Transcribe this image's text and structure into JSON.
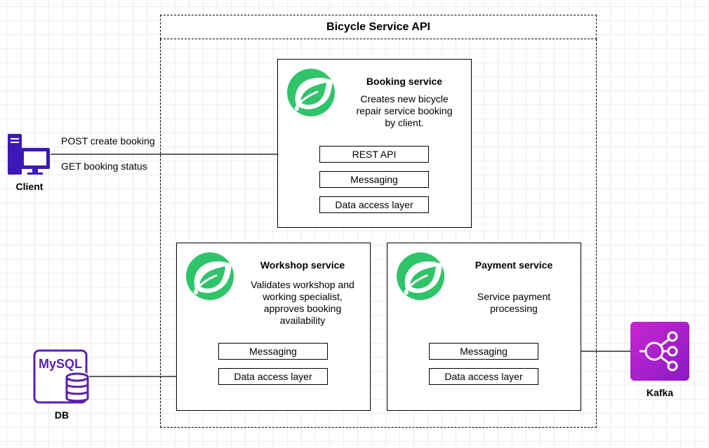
{
  "api": {
    "title": "Bicycle Service API"
  },
  "client": {
    "label": "Client",
    "request_1": "POST create booking",
    "request_2": "GET booking status"
  },
  "booking": {
    "name": "Booking service",
    "description_lines": [
      "Creates new bicycle",
      "repair service booking",
      "by client."
    ],
    "components": [
      "REST API",
      "Messaging",
      "Data access layer"
    ]
  },
  "workshop": {
    "name": "Workshop service",
    "description_lines": [
      "Validates workshop and",
      "working specialist,",
      "approves booking",
      "availability"
    ],
    "components": [
      "Messaging",
      "Data access layer"
    ]
  },
  "payment": {
    "name": "Payment service",
    "description_lines": [
      "Service payment",
      "processing"
    ],
    "components": [
      "Messaging",
      "Data access layer"
    ]
  },
  "db": {
    "label": "DB",
    "logo_text": "MySQL"
  },
  "kafka": {
    "label": "Kafka"
  },
  "colors": {
    "spring_green": "#6DB33F",
    "spring_green_light": "#2FC46A",
    "client_purple": "#3B18B8",
    "mysql_purple": "#5A1FB5",
    "kafka_gradient_start": "#C925D1",
    "kafka_gradient_end": "#8B1AC6"
  }
}
